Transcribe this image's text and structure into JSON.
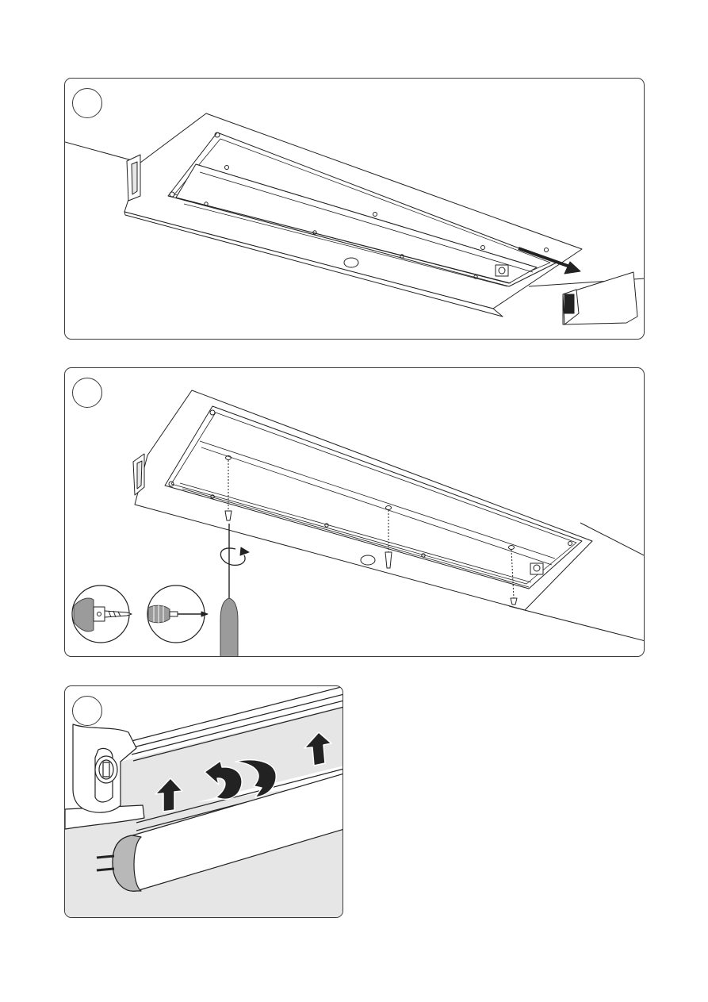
{
  "document": {
    "steps": [
      {
        "id": "step-1",
        "number": "",
        "illustration": "fixture-remove-gear-tray",
        "direction_icon": "arrow-right-icon"
      },
      {
        "id": "step-2",
        "number": "",
        "illustration": "fixture-unscrew-tray",
        "tool_icons": [
          "drill-bit-icon",
          "screwdriver-icon"
        ],
        "rotation_icon": "rotate-ccw-icon"
      },
      {
        "id": "step-3",
        "number": "",
        "illustration": "tube-lamp-removal",
        "direction_icons": [
          "arrow-up-icon",
          "rotate-icon",
          "arrow-up-icon"
        ]
      }
    ],
    "colors": {
      "line": "#222222",
      "shade": "#e6e6e6",
      "tool_grey": "#9b9b9b",
      "border": "#3a3a3a"
    }
  }
}
